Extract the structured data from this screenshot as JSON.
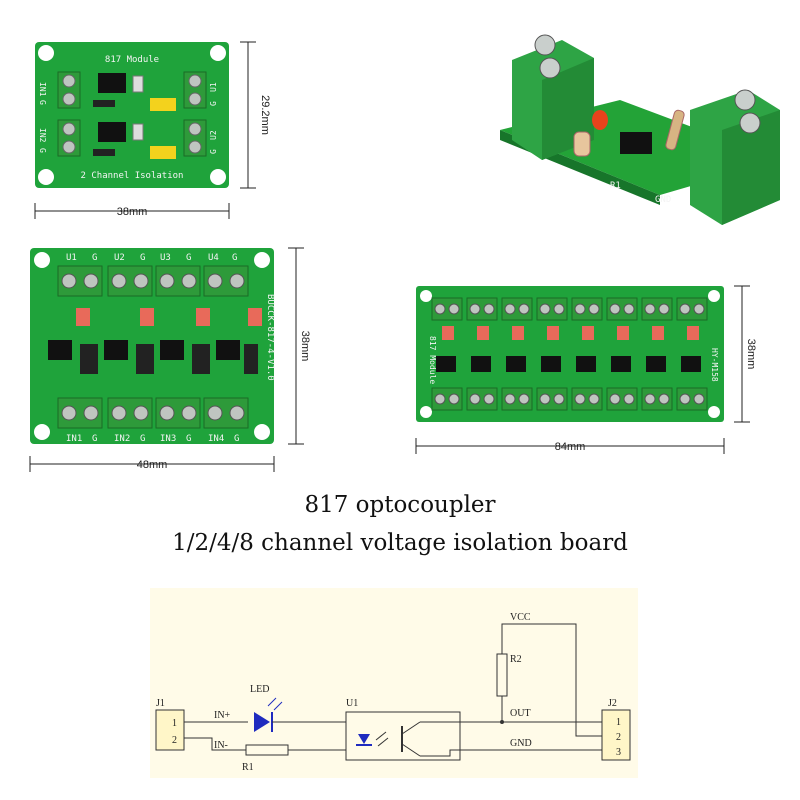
{
  "title": {
    "line1": "817 optocoupler",
    "line2": "1/2/4/8 channel voltage isolation board"
  },
  "board_2ch": {
    "heading": "817 Module",
    "footer": "2 Channel Isolation",
    "width_label": "38mm",
    "height_label": "29.2mm",
    "left_labels": [
      "IN1",
      "G",
      "IN2",
      "G"
    ],
    "right_labels": [
      "U1",
      "G",
      "U2",
      "G"
    ]
  },
  "board_1ch": {
    "r1": "R1",
    "gnd": "GND"
  },
  "board_4ch": {
    "top_labels": [
      "U1",
      "G",
      "U2",
      "G",
      "U3",
      "G",
      "U4",
      "G"
    ],
    "bottom_labels": [
      "IN1",
      "G",
      "IN2",
      "G",
      "IN3",
      "G",
      "IN4",
      "G"
    ],
    "side_text": "BUCCK-817-4-V1.0",
    "width_label": "48mm",
    "height_label": "38mm"
  },
  "board_8ch": {
    "left_text": "817 Module",
    "right_text": "HY-M158",
    "width_label": "84mm",
    "height_label": "38mm"
  },
  "schematic": {
    "j1": "J1",
    "j2": "J2",
    "j1_pins": [
      "1",
      "2"
    ],
    "j2_pins": [
      "1",
      "2",
      "3"
    ],
    "led": "LED",
    "in_plus": "IN+",
    "in_minus": "IN-",
    "r1": "R1",
    "r2": "R2",
    "u1": "U1",
    "vcc": "VCC",
    "out": "OUT",
    "gnd": "GND"
  }
}
